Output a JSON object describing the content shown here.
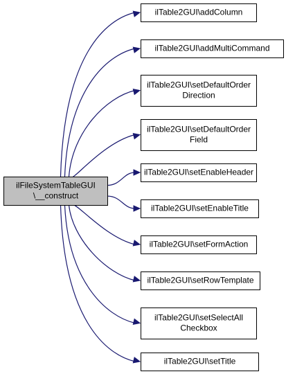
{
  "diagram": {
    "source": {
      "lines": [
        "ilFileSystemTableGUI",
        "\\__construct"
      ],
      "fill": "#bfbfbf"
    },
    "targets": [
      {
        "lines": [
          "ilTable2GUI\\addColumn"
        ]
      },
      {
        "lines": [
          "ilTable2GUI\\addMultiCommand"
        ]
      },
      {
        "lines": [
          "ilTable2GUI\\setDefaultOrder",
          "Direction"
        ]
      },
      {
        "lines": [
          "ilTable2GUI\\setDefaultOrder",
          "Field"
        ]
      },
      {
        "lines": [
          "ilTable2GUI\\setEnableHeader"
        ]
      },
      {
        "lines": [
          "ilTable2GUI\\setEnableTitle"
        ]
      },
      {
        "lines": [
          "ilTable2GUI\\setFormAction"
        ]
      },
      {
        "lines": [
          "ilTable2GUI\\setRowTemplate"
        ]
      },
      {
        "lines": [
          "ilTable2GUI\\setSelectAll",
          "Checkbox"
        ]
      },
      {
        "lines": [
          "ilTable2GUI\\setTitle"
        ]
      }
    ],
    "colors": {
      "node_fill": "#ffffff",
      "node_border": "#000000",
      "edge": "#191970"
    }
  }
}
